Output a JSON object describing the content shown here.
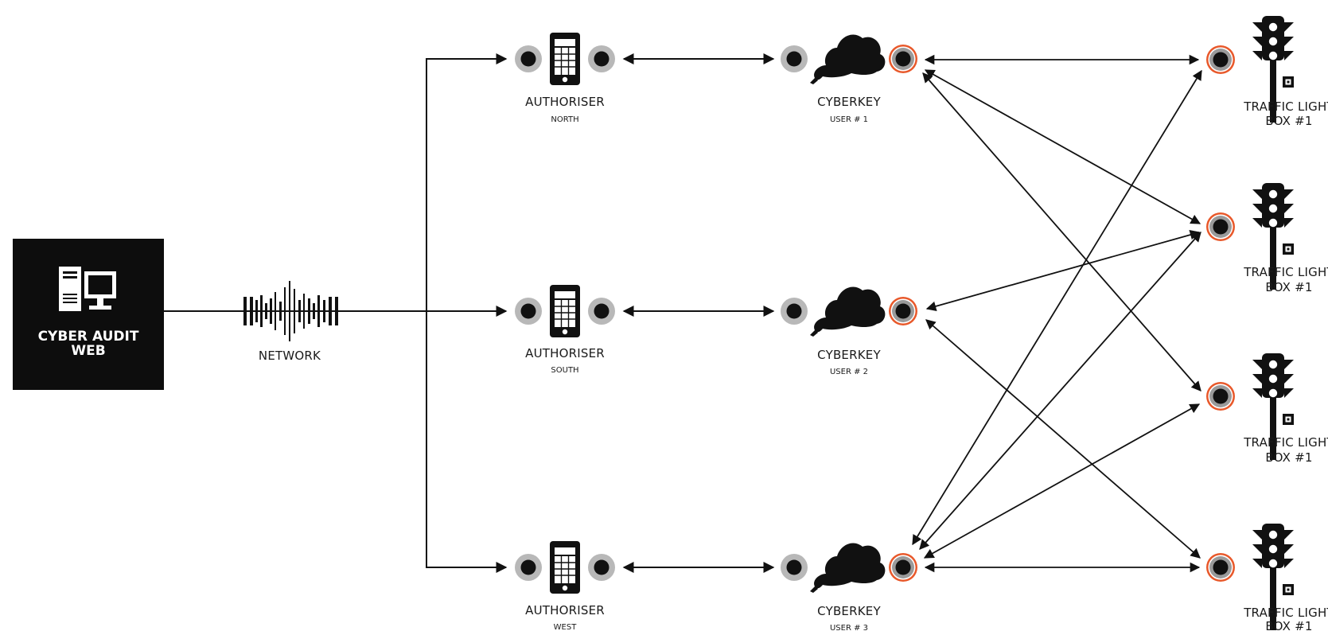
{
  "server": {
    "line1": "CYBER AUDIT",
    "line2": "WEB",
    "icon": "computer-icon"
  },
  "network": {
    "label": "NETWORK",
    "icon": "network-waveform-icon"
  },
  "authorisers": [
    {
      "label": "AUTHORISER",
      "sub": "NORTH"
    },
    {
      "label": "AUTHORISER",
      "sub": "SOUTH"
    },
    {
      "label": "AUTHORISER",
      "sub": "WEST"
    }
  ],
  "cyberkeys": [
    {
      "label": "CYBERKEY",
      "sub": "USER # 1"
    },
    {
      "label": "CYBERKEY",
      "sub": "USER # 2"
    },
    {
      "label": "CYBERKEY",
      "sub": "USER # 3"
    }
  ],
  "traffic_boxes": [
    {
      "line1": "TRAFFIC LIGHT",
      "line2": "BOX #1"
    },
    {
      "line1": "TRAFFIC LIGHT",
      "line2": "BOX #1"
    },
    {
      "line1": "TRAFFIC LIGHT",
      "line2": "BOX #1"
    },
    {
      "line1": "TRAFFIC LIGHT",
      "line2": "BOX #1"
    }
  ],
  "connections": [
    {
      "from": "cyberkey-1",
      "to": "traffic-box-1"
    },
    {
      "from": "cyberkey-1",
      "to": "traffic-box-2"
    },
    {
      "from": "cyberkey-1",
      "to": "traffic-box-3"
    },
    {
      "from": "cyberkey-2",
      "to": "traffic-box-2"
    },
    {
      "from": "cyberkey-2",
      "to": "traffic-box-4"
    },
    {
      "from": "cyberkey-3",
      "to": "traffic-box-1"
    },
    {
      "from": "cyberkey-3",
      "to": "traffic-box-2"
    },
    {
      "from": "cyberkey-3",
      "to": "traffic-box-3"
    },
    {
      "from": "cyberkey-3",
      "to": "traffic-box-4"
    }
  ],
  "colors": {
    "ink": "#111111",
    "port_ring": "#b5b5b5",
    "active_ring": "#e8582a",
    "box_bg": "#0d0d0d"
  }
}
